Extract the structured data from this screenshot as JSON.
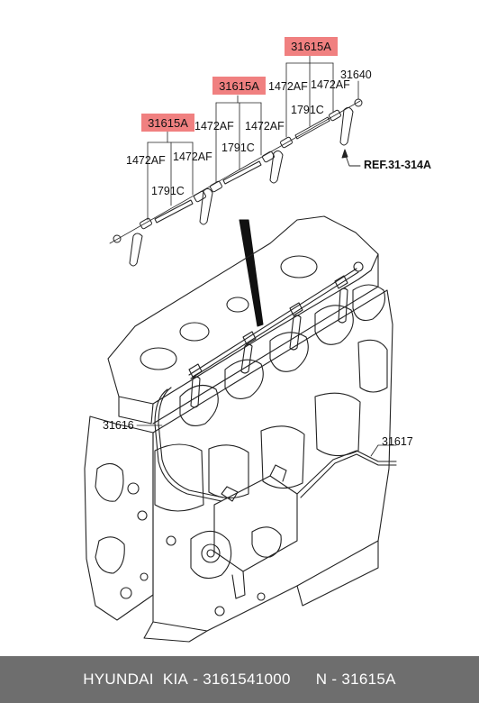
{
  "callouts": {
    "group1": {
      "part": "31615A",
      "seal_left": "1472AF",
      "seal_right": "1472AF",
      "pipe": "1791C"
    },
    "group2": {
      "part": "31615A",
      "seal_left": "1472AF",
      "seal_right": "1472AF",
      "pipe": "1791C"
    },
    "group3": {
      "part": "31615A",
      "seal_left": "1472AF",
      "seal_right": "1472AF",
      "pipe": "1791C"
    },
    "plug": "31640",
    "reference": "REF.31-314A",
    "return_hose_left": "31616",
    "return_hose_right": "31617"
  },
  "footer": {
    "brand": "HYUNDAI  KIA",
    "separator": " - ",
    "part_number": "3161541000",
    "ref_prefix": "N - ",
    "ref_code": "31615A"
  },
  "colors": {
    "highlight": "#f08080",
    "footer_bg": "#6e6e6e",
    "footer_text": "#ffffff",
    "line": "#222222"
  }
}
